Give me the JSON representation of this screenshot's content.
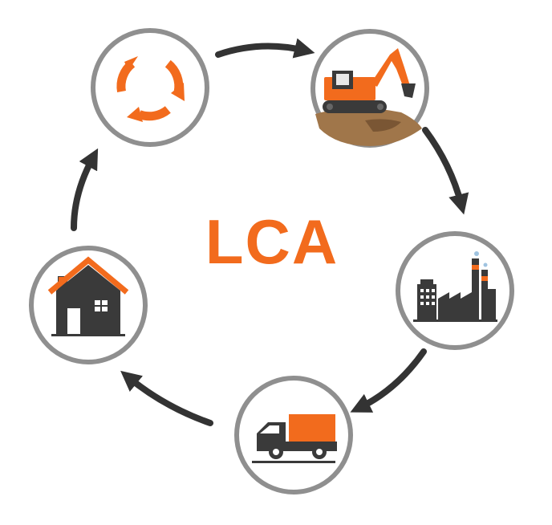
{
  "center_label": "LCA",
  "colors": {
    "accent": "#f26b1d",
    "dark": "#3a3a3a",
    "ring": "#8f8f8f",
    "arrow": "#333333",
    "soil": "#a0764a"
  },
  "stages": [
    {
      "name": "recycling",
      "icon": "recycle-arrows-icon"
    },
    {
      "name": "raw-material-extraction",
      "icon": "excavator-icon"
    },
    {
      "name": "manufacturing",
      "icon": "factory-icon"
    },
    {
      "name": "transport",
      "icon": "truck-icon"
    },
    {
      "name": "use",
      "icon": "house-icon"
    }
  ]
}
